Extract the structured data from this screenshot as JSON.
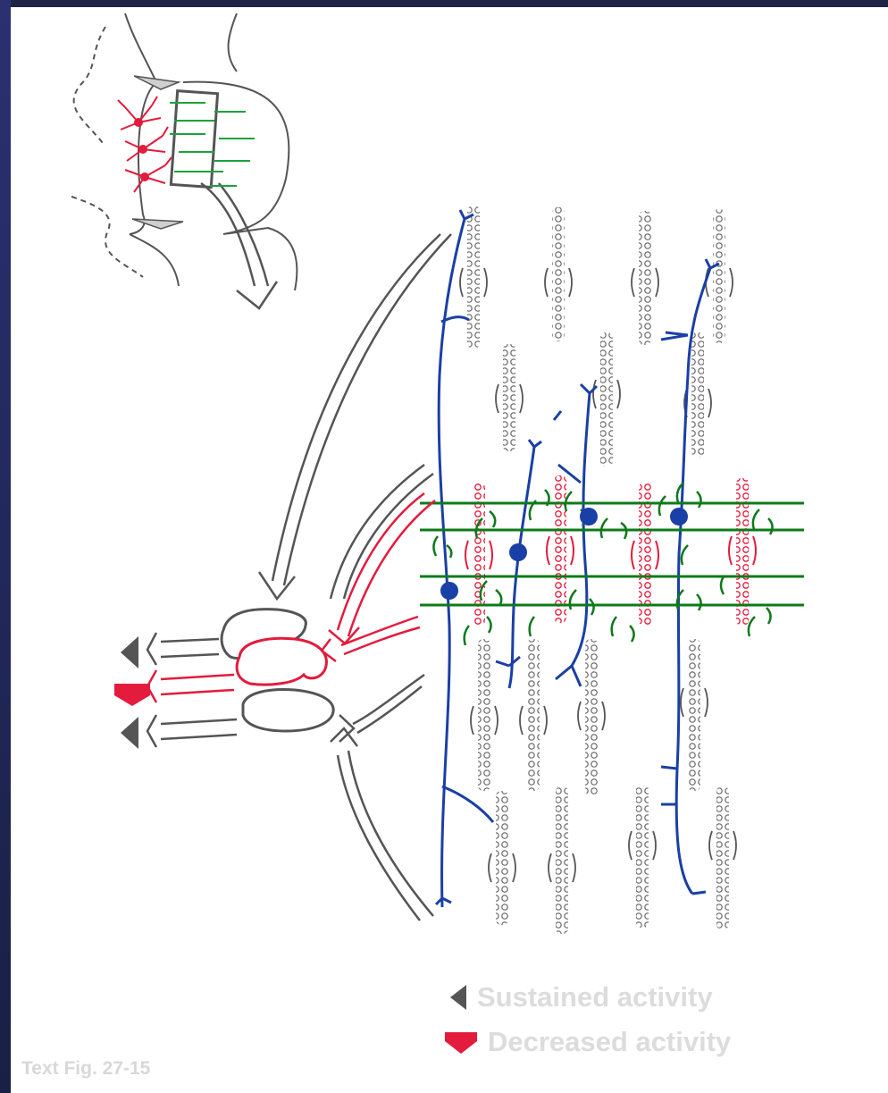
{
  "legend": {
    "sustained_label": "Sustained activity",
    "decreased_label": "Decreased activity"
  },
  "caption": "Text Fig. 27-15",
  "colors": {
    "background": "#1f2447",
    "panel": "#ffffff",
    "climbing_fiber": "#1a3fa6",
    "parallel_fiber": "#0d7a1a",
    "purkinje_active": "#e31b3c",
    "outline": "#555555",
    "legend_text": "#dcdcdc"
  },
  "icons": [
    "gray-arrow-icon",
    "red-arrow-icon"
  ]
}
